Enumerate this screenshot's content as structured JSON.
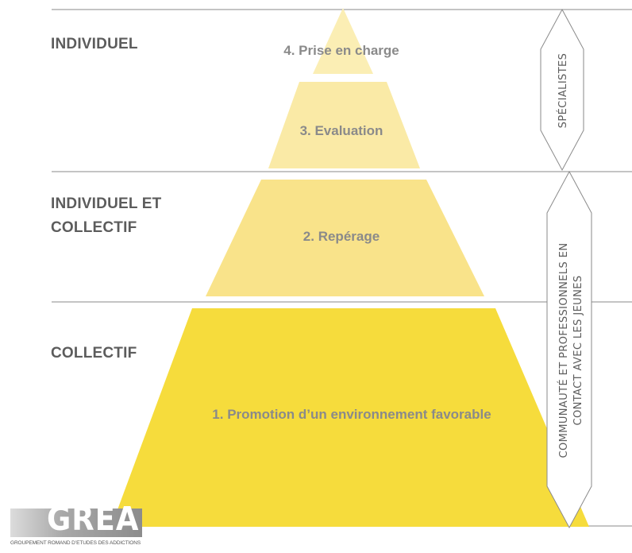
{
  "levels": {
    "individuel": "INDIVIDUEL",
    "individuel_collectif_line1": "INDIVIDUEL ET",
    "individuel_collectif_line2": "COLLECTIF",
    "collectif": "COLLECTIF"
  },
  "pyramid": {
    "tier4": "4. Prise en charge",
    "tier3": "3. Evaluation",
    "tier2": "2. Repérage",
    "tier1": "1. Promotion d’un environnement favorable"
  },
  "side_labels": {
    "specialistes": "SPÉCIALISTES",
    "communaute_line1": "COMMUNAUTÉ ET PROFESSIONNELS EN",
    "communaute_line2": "CONTACT AVEC LES JEUNES"
  },
  "logo": {
    "name": "GREA",
    "tagline": "GROUPEMENT ROMAND D’ETUDES DES ADDICTIONS"
  },
  "colors": {
    "tier4": "#fbeeb4",
    "tier3": "#faeaa6",
    "tier2": "#f9e38a",
    "tier1": "#f6dc3c",
    "divider": "#8a8a8a"
  }
}
